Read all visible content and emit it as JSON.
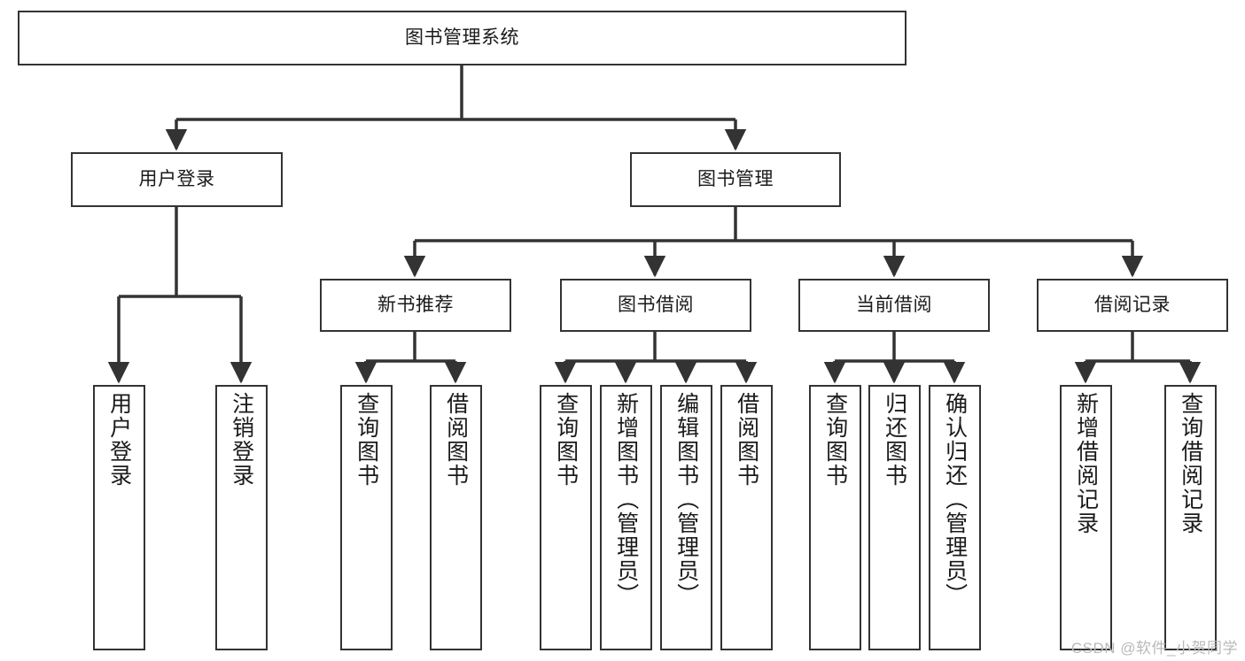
{
  "diagram": {
    "title": "图书管理系统",
    "watermark": "CSDN @软件_小贺同学",
    "colors": {
      "background": "#ffffff",
      "node_border": "#333333",
      "node_fill": "#ffffff",
      "edge": "#333333",
      "text": "#1a1a1a",
      "watermark": "#b9b9b9"
    },
    "root": {
      "label": "图书管理系统"
    },
    "level2": [
      {
        "label": "用户登录"
      },
      {
        "label": "图书管理"
      }
    ],
    "level3": [
      {
        "label": "新书推荐"
      },
      {
        "label": "图书借阅"
      },
      {
        "label": "当前借阅"
      },
      {
        "label": "借阅记录"
      }
    ],
    "leaves": {
      "user_login": [
        {
          "label": "用户登录"
        },
        {
          "label": "注销登录"
        }
      ],
      "new_book_recommend": [
        {
          "label": "查询图书"
        },
        {
          "label": "借阅图书"
        }
      ],
      "book_borrow": [
        {
          "label": "查询图书"
        },
        {
          "label": "新增图书（管理员）"
        },
        {
          "label": "编辑图书（管理员）"
        },
        {
          "label": "借阅图书"
        }
      ],
      "current_borrow": [
        {
          "label": "查询图书"
        },
        {
          "label": "归还图书"
        },
        {
          "label": "确认归还（管理员）"
        }
      ],
      "borrow_record": [
        {
          "label": "新增借阅记录"
        },
        {
          "label": "查询借阅记录"
        }
      ]
    }
  }
}
